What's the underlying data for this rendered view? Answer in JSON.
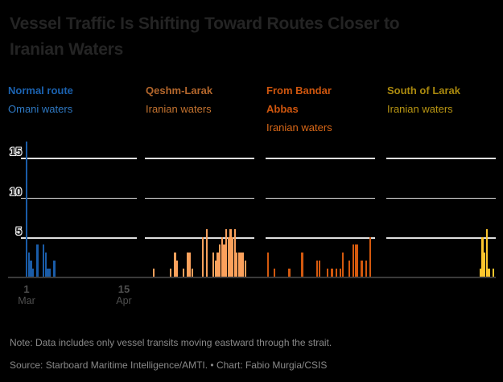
{
  "title": {
    "line1": "Vessel Traffic Is Shifting Toward Routes Closer to",
    "line2": "Iranian Waters"
  },
  "panels": [
    {
      "name": "Normal route",
      "location": "Omani waters",
      "name_color": "#1b62b0",
      "location_color": "#2e78c2",
      "bar_color": "#1a5ca8"
    },
    {
      "name": "Qeshm-Larak",
      "location": "Iranian waters",
      "name_color": "#b4672c",
      "location_color": "#c3722f",
      "bar_color": "#fba15c"
    },
    {
      "name": "From Bandar\nAbbas",
      "location": "Iranian waters",
      "name_color": "#cf560e",
      "location_color": "#d96818",
      "bar_color": "#d4590e"
    },
    {
      "name": "South of Larak",
      "location": "Iranian waters",
      "name_color": "#aa890e",
      "location_color": "#b99613",
      "bar_color": "#fdc62d"
    }
  ],
  "axes": {
    "y_ticks": [
      "15",
      "10",
      "5"
    ],
    "x_ticks": [
      {
        "day": "1",
        "month": "Mar"
      },
      {
        "day": "15",
        "month": "Apr"
      }
    ]
  },
  "note": "Note: Data includes only vessel transits moving eastward through the strait.",
  "source": "Source: Starboard Maritime Intelligence/AMTI. • Chart: Fabio Murgia/CSIS",
  "colors": {
    "background": "#000000",
    "gridline": "#e0e0e0",
    "baseline": "#3a3a3a",
    "axis_label_gray": "#4f4f4f",
    "note_gray": "#898989"
  },
  "chart_data": {
    "type": "bar",
    "title": "Vessel Traffic Is Shifting Toward Routes Closer to Iranian Waters",
    "x_unit": "day",
    "x_start": "Mar 1",
    "x_end": "Apr 20",
    "n_days": 51,
    "ylim": [
      0,
      17
    ],
    "y_gridlines": [
      5,
      10,
      15
    ],
    "legend_position": "column-headers",
    "grid_on": true,
    "series": [
      {
        "name": "Normal route",
        "waters": "Omani waters",
        "color": "#1a5ca8",
        "values": [
          17,
          3,
          2,
          1,
          0,
          4,
          0,
          0,
          4,
          3,
          1,
          1,
          0,
          2,
          0,
          0,
          0,
          0,
          0,
          0,
          0,
          0,
          0,
          0,
          0,
          0,
          0,
          0,
          0,
          0,
          0,
          0,
          0,
          0,
          0,
          0,
          0,
          0,
          0,
          0,
          0,
          0,
          0,
          0,
          0,
          0,
          0,
          0,
          0,
          0,
          0
        ]
      },
      {
        "name": "Qeshm-Larak",
        "waters": "Iranian waters",
        "color": "#fba15c",
        "values": [
          0,
          0,
          0,
          1,
          0,
          0,
          0,
          0,
          0,
          0,
          0,
          1,
          0,
          3,
          2,
          0,
          0,
          1,
          0,
          3,
          3,
          1,
          0,
          0,
          0,
          0,
          5,
          0,
          6,
          0,
          0,
          3,
          2,
          3,
          4,
          5,
          4,
          6,
          5,
          6,
          5,
          6,
          3,
          3,
          3,
          3,
          2,
          0,
          0,
          0,
          0
        ]
      },
      {
        "name": "From Bandar Abbas",
        "waters": "Iranian waters",
        "color": "#d4590e",
        "values": [
          3,
          0,
          0,
          1,
          0,
          0,
          0,
          0,
          0,
          0,
          1,
          0,
          0,
          0,
          0,
          0,
          3,
          0,
          0,
          0,
          0,
          0,
          0,
          2,
          2,
          0,
          0,
          0,
          1,
          0,
          1,
          0,
          1,
          0,
          1,
          3,
          0,
          0,
          2,
          0,
          4,
          4,
          4,
          0,
          2,
          0,
          2,
          0,
          5,
          0,
          0
        ]
      },
      {
        "name": "South of Larak",
        "waters": "Iranian waters",
        "color": "#fdc62d",
        "values": [
          0,
          0,
          0,
          0,
          0,
          0,
          0,
          0,
          0,
          0,
          0,
          0,
          0,
          0,
          0,
          0,
          0,
          0,
          0,
          0,
          0,
          0,
          0,
          0,
          0,
          0,
          0,
          0,
          0,
          0,
          0,
          0,
          0,
          0,
          0,
          0,
          0,
          0,
          0,
          0,
          0,
          0,
          0,
          1,
          5,
          3,
          6,
          1,
          0,
          1,
          0
        ]
      }
    ]
  }
}
